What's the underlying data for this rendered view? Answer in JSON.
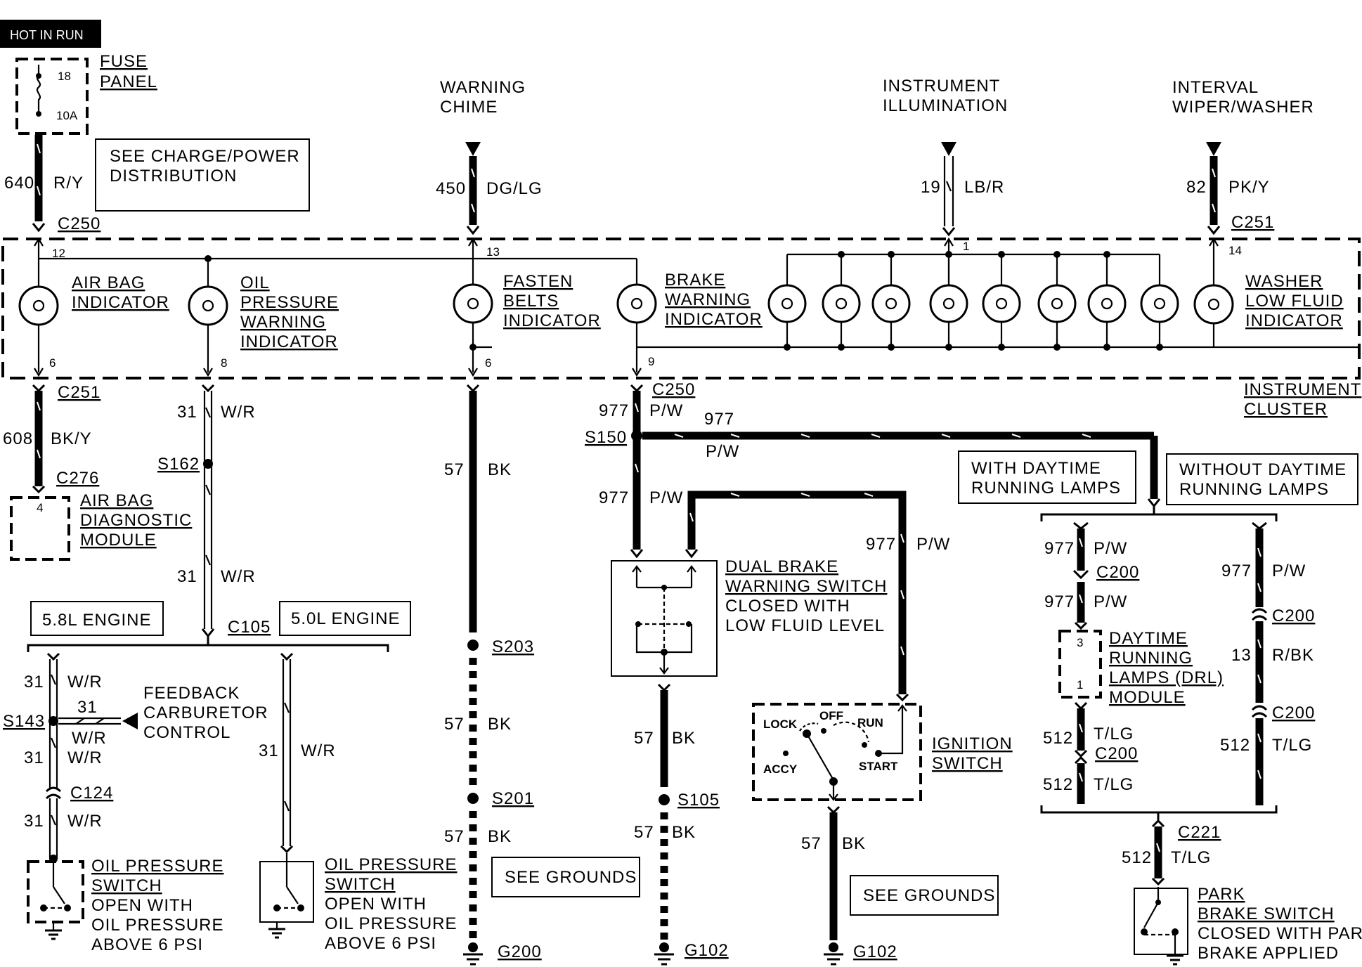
{
  "header": {
    "hot_in_run": "HOT IN RUN"
  },
  "fuse": {
    "title": [
      "FUSE",
      "PANEL"
    ],
    "number": "18",
    "rating": "10A"
  },
  "notes": {
    "charge": [
      "SEE CHARGE/POWER",
      "DISTRIBUTION"
    ],
    "grounds": "SEE GROUNDS",
    "with_drl": [
      "WITH DAYTIME",
      "RUNNING LAMPS"
    ],
    "without_drl": [
      "WITHOUT DAYTIME",
      "RUNNING LAMPS"
    ],
    "engine58": "5.8L ENGINE",
    "engine50": "5.0L ENGINE"
  },
  "top_sources": {
    "chime": [
      "WARNING",
      "CHIME"
    ],
    "illum": [
      "INSTRUMENT",
      "ILLUMINATION"
    ],
    "wiper": [
      "INTERVAL",
      "WIPER/WASHER"
    ]
  },
  "circuits": {
    "c640": "640",
    "ry": "R/Y",
    "c450": "450",
    "dglg": "DG/LG",
    "c19": "19",
    "lbr": "LB/R",
    "c82": "82",
    "pky": "PK/Y",
    "c608": "608",
    "bky": "BK/Y",
    "c31": "31",
    "wr": "W/R",
    "c57": "57",
    "bk": "BK",
    "c977": "977",
    "pw": "P/W",
    "c13": "13",
    "rbk": "R/BK",
    "c512": "512",
    "tlg": "T/LG"
  },
  "connectors": {
    "c250": "C250",
    "c251": "C251",
    "c276": "C276",
    "c105": "C105",
    "c124": "C124",
    "c200": "C200",
    "c221": "C221"
  },
  "splices": {
    "s162": "S162",
    "s143": "S143",
    "s203": "S203",
    "s201": "S201",
    "s150": "S150",
    "s105": "S105"
  },
  "grounds": {
    "g200": "G200",
    "g102": "G102"
  },
  "pins": {
    "p12": "12",
    "p13": "13",
    "p1": "1",
    "p14": "14",
    "p6": "6",
    "p8": "8",
    "p9": "9",
    "p4": "4",
    "p3": "3"
  },
  "cluster": {
    "air_bag": [
      "AIR BAG",
      "INDICATOR"
    ],
    "oil": [
      "OIL",
      "PRESSURE",
      "WARNING",
      "INDICATOR"
    ],
    "belts": [
      "FASTEN",
      "BELTS",
      "INDICATOR"
    ],
    "brake": [
      "BRAKE",
      "WARNING",
      "INDICATOR"
    ],
    "washer": [
      "WASHER",
      "LOW FLUID",
      "INDICATOR"
    ],
    "label": [
      "INSTRUMENT",
      "CLUSTER"
    ]
  },
  "components": {
    "abdm": [
      "AIR BAG",
      "DIAGNOSTIC",
      "MODULE"
    ],
    "feedback": [
      "FEEDBACK",
      "CARBURETOR",
      "CONTROL"
    ],
    "oil_switch_title": [
      "OIL PRESSURE",
      "SWITCH"
    ],
    "oil_switch_desc": [
      "OPEN WITH",
      "OIL PRESSURE",
      "ABOVE 6 PSI"
    ],
    "dual_brake_title": [
      "DUAL BRAKE",
      "WARNING SWITCH"
    ],
    "dual_brake_desc": [
      "CLOSED WITH",
      "LOW FLUID LEVEL"
    ],
    "ignition": [
      "IGNITION",
      "SWITCH"
    ],
    "ign_pos": {
      "lock": "LOCK",
      "off": "OFF",
      "run": "RUN",
      "accy": "ACCY",
      "start": "START"
    },
    "drl": [
      "DAYTIME",
      "RUNNING",
      "LAMPS (DRL)",
      "MODULE"
    ],
    "park_title": [
      "PARK",
      "BRAKE SWITCH"
    ],
    "park_desc": [
      "CLOSED WITH PARK",
      "BRAKE APPLIED"
    ]
  }
}
